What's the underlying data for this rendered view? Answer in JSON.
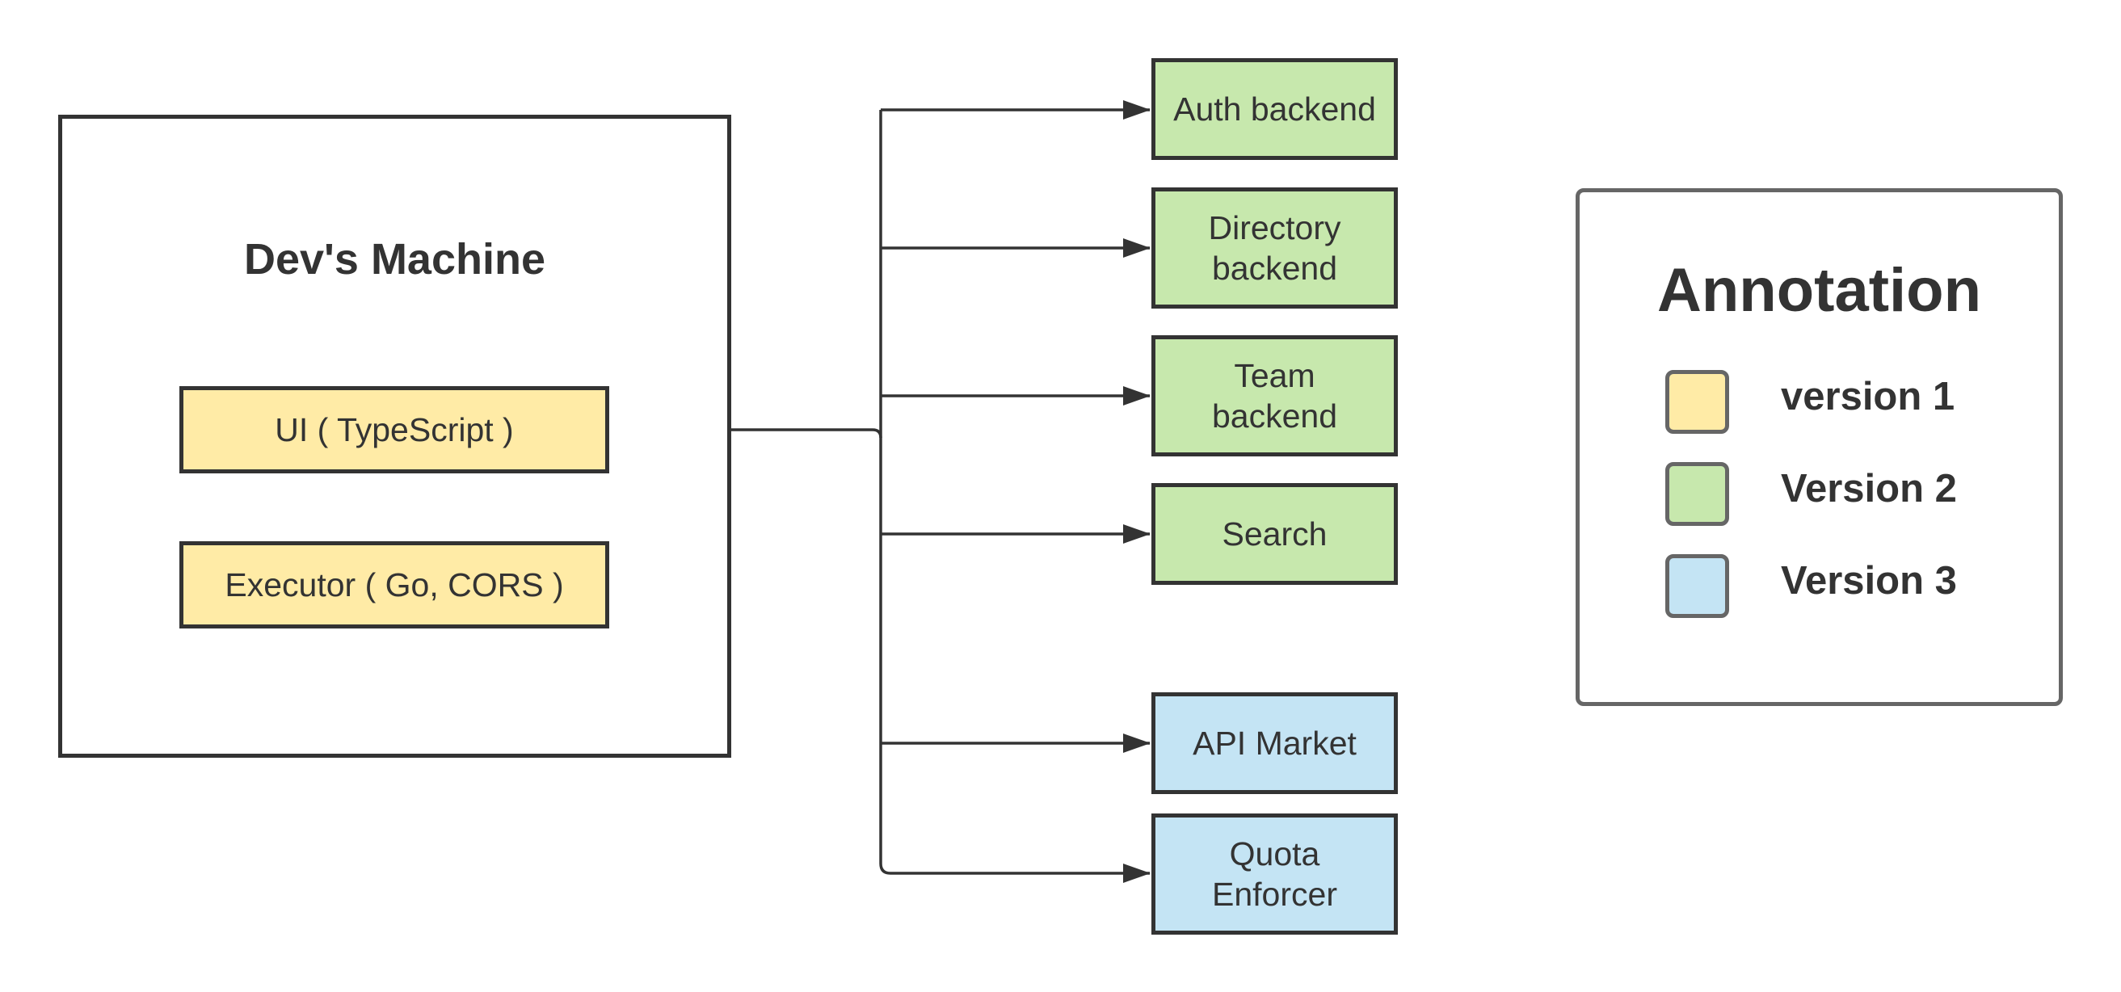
{
  "colors": {
    "version1": "#ffeba6",
    "version2": "#c7e8ad",
    "version3": "#c4e4f4",
    "border": "#333333",
    "line": "#333333"
  },
  "dev_machine": {
    "title": "Dev's Machine",
    "ui": "UI ( TypeScript )",
    "executor": "Executor ( Go, CORS )"
  },
  "services": [
    {
      "label": "Auth backend",
      "version": "version2"
    },
    {
      "label": "Directory\nbackend",
      "version": "version2"
    },
    {
      "label": "Team\nbackend",
      "version": "version2"
    },
    {
      "label": "Search",
      "version": "version2"
    },
    {
      "label": "API Market",
      "version": "version3"
    },
    {
      "label": "Quota\nEnforcer",
      "version": "version3"
    }
  ],
  "legend": {
    "title": "Annotation",
    "items": [
      {
        "label": "version 1",
        "color_key": "version1"
      },
      {
        "label": "Version 2",
        "color_key": "version2"
      },
      {
        "label": "Version 3",
        "color_key": "version3"
      }
    ]
  }
}
